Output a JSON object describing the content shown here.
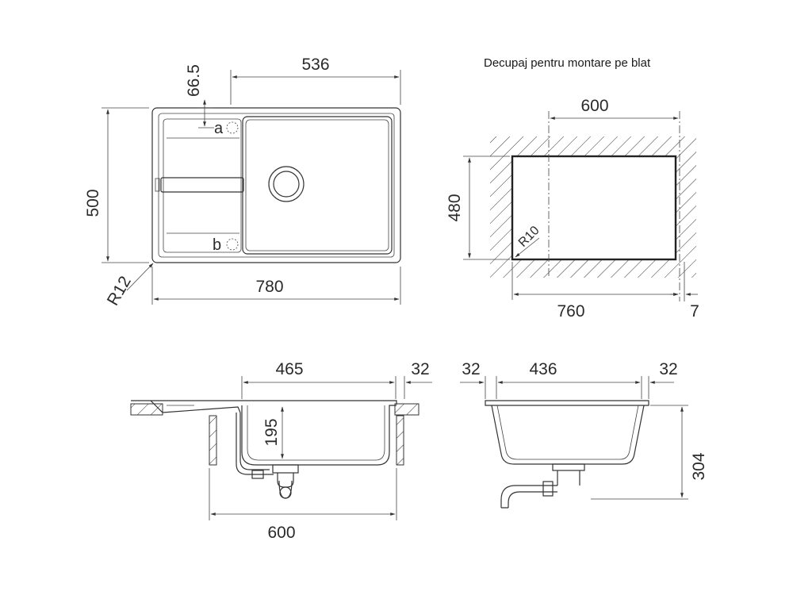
{
  "top_view": {
    "dim_width_basin": "536",
    "dim_drain_offset": "66.5",
    "dim_height": "500",
    "dim_total_width": "780",
    "dim_radius": "R12",
    "label_a": "a",
    "label_b": "b"
  },
  "cutout_view": {
    "title": "Decupaj pentru montare pe blat",
    "dim_top_width": "600",
    "dim_height": "480",
    "dim_bottom_width": "760",
    "dim_offset": "7",
    "dim_radius": "R10"
  },
  "side_view": {
    "dim_basin_width": "465",
    "dim_rim": "32",
    "dim_depth": "195",
    "dim_cabinet": "600"
  },
  "front_view": {
    "dim_left_rim": "32",
    "dim_inner_width": "436",
    "dim_right_rim": "32",
    "dim_height": "304"
  }
}
